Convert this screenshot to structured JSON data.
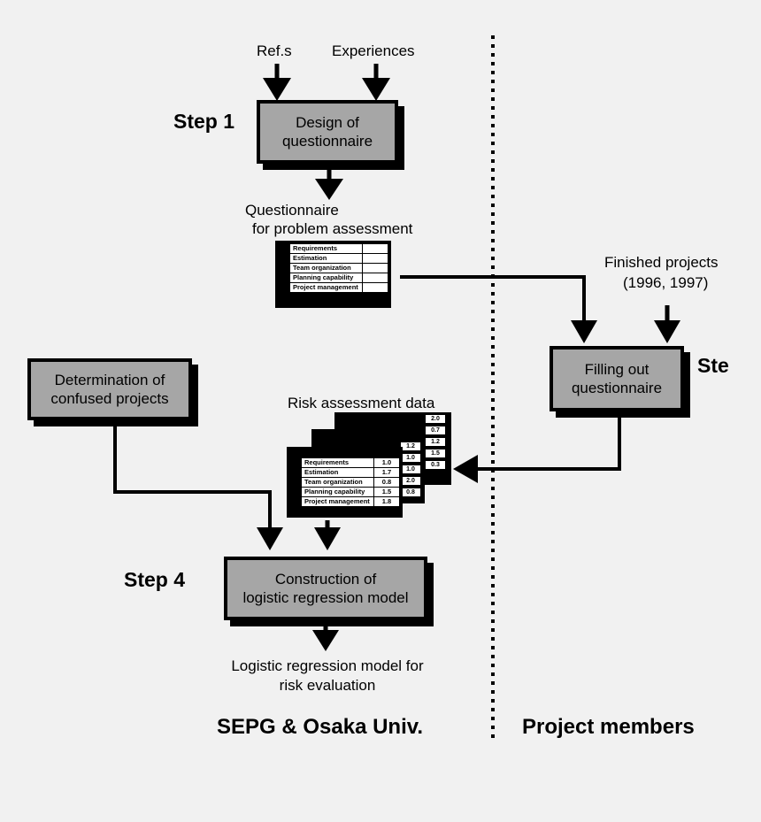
{
  "inputs": {
    "refs": "Ref.s",
    "experiences": "Experiences",
    "finished_projects": [
      "Finished projects",
      "(1996, 1997)"
    ]
  },
  "steps": {
    "step1": "Step 1",
    "step3_partial": "Ste",
    "step4": "Step 4"
  },
  "boxes": {
    "design": "Design of\nquestionnaire",
    "filling": "Filling out\nquestionnaire",
    "determination": "Determination of\nconfused projects",
    "construction": "Construction of\nlogistic regression model"
  },
  "labels": {
    "questionnaire": [
      "Questionnaire",
      "for problem assessment"
    ],
    "risk_data": "Risk assessment data",
    "output": [
      "Logistic regression model for",
      "risk evaluation"
    ]
  },
  "questionnaire_rows": [
    "Requirements",
    "Estimation",
    "Team organization",
    "Planning capability",
    "Project management"
  ],
  "risk_rows": [
    {
      "label": "Requirements",
      "value": "1.0"
    },
    {
      "label": "Estimation",
      "value": "1.7"
    },
    {
      "label": "Team organization",
      "value": "0.8"
    },
    {
      "label": "Planning capability",
      "value": "1.5"
    },
    {
      "label": "Project management",
      "value": "1.8"
    }
  ],
  "back_values": {
    "sheet_a": [
      "2.0",
      "0.7",
      "1.2",
      "1.5",
      "0.3"
    ],
    "sheet_b": [
      "1.2",
      "1.0",
      "1.0",
      "2.0",
      "0.8"
    ]
  },
  "columns": {
    "left": "SEPG & Osaka Univ.",
    "right": "Project members"
  }
}
